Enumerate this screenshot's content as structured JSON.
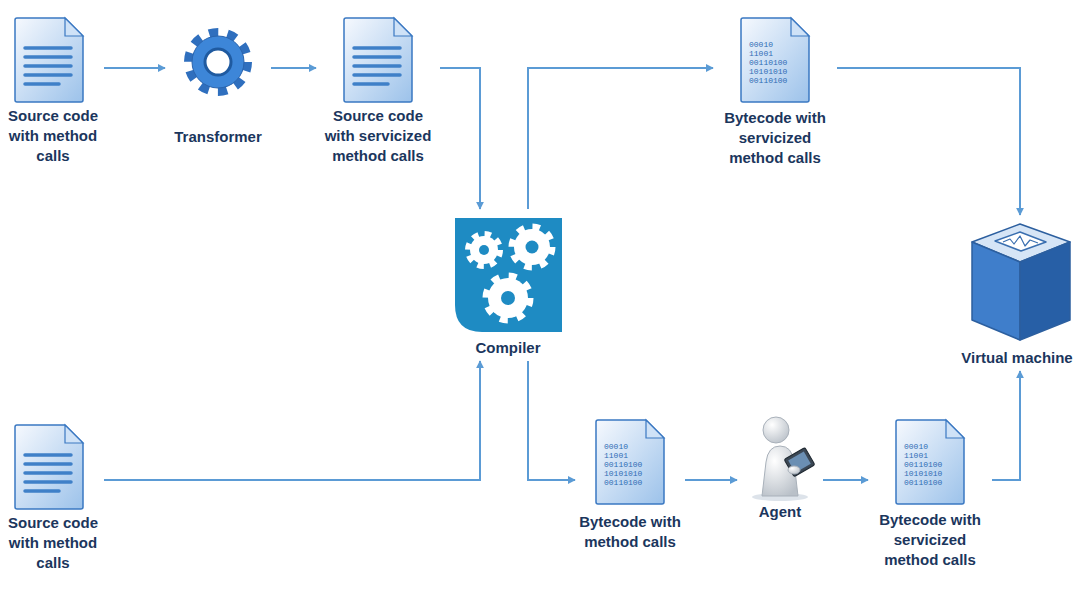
{
  "diagram": {
    "nodes": [
      {
        "text": [
          "Source code with method calls"
        ]
      },
      {
        "text": [
          "Transformer"
        ]
      },
      {
        "text": [
          "Source code with servicized method calls"
        ]
      },
      {
        "text": [
          "Bytecode with servicized method calls"
        ]
      },
      {
        "text": [
          "Compiler"
        ]
      },
      {
        "text": [
          "Virtual machine"
        ]
      },
      {
        "text": [
          "Source code with method calls"
        ]
      },
      {
        "text": [
          "Bytecode with method calls"
        ]
      },
      {
        "text": [
          "Agent"
        ]
      },
      {
        "text": [
          "Bytecode with servicized method calls"
        ]
      }
    ],
    "edges": [
      {
        "from": 0,
        "to": 1,
        "arrow": "to"
      },
      {
        "from": 1,
        "to": 2,
        "arrow": "to"
      },
      {
        "from": 2,
        "to": 4,
        "arrow": "to"
      },
      {
        "from": 4,
        "to": 3,
        "arrow": "to"
      },
      {
        "from": 3,
        "to": 5,
        "arrow": "to"
      },
      {
        "from": 6,
        "to": 4,
        "arrow": "to"
      },
      {
        "from": 4,
        "to": 7,
        "arrow": "to"
      },
      {
        "from": 7,
        "to": 8,
        "arrow": "to"
      },
      {
        "from": 8,
        "to": 9,
        "arrow": "to"
      },
      {
        "from": 9,
        "to": 5,
        "arrow": "to"
      }
    ],
    "labels": [
      "00010 11001 00110100 10101010 00110100",
      "00010 11001 00110100 10101010 00110100",
      "00010 11001 00110100 10101010 00110100"
    ]
  }
}
